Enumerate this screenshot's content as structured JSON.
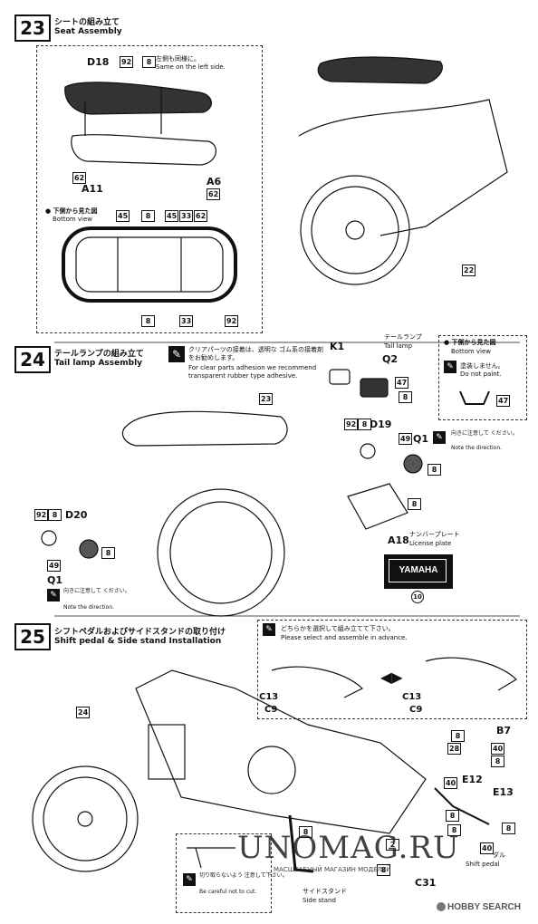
{
  "steps": [
    {
      "number": "23",
      "title_jp": "シートの組み立て",
      "title_en": "Seat Assembly"
    },
    {
      "number": "24",
      "title_jp": "テールランプの組み立て",
      "title_en": "Tail lamp Assembly"
    },
    {
      "number": "25",
      "title_jp": "シフトペダルおよびサイドスタンドの取り付け",
      "title_en": "Shift pedal & Side stand Installation"
    }
  ],
  "step23": {
    "parts": {
      "seat_top": "D18",
      "seat_base": "A11",
      "bracket": "A6",
      "ref22": "22"
    },
    "boxes": {
      "b92": "92",
      "b8": "8",
      "b62a": "62",
      "b62b": "62"
    },
    "same_note_jp": "左側も同様に。",
    "same_note_en": "Same on the left side.",
    "bottom_view_jp": "● 下側から見た図",
    "bottom_view_en": "Bottom view",
    "bv_boxes": {
      "a": "45",
      "b": "8",
      "c": "45",
      "d": "33",
      "e": "62",
      "f": "8",
      "g": "33",
      "h": "92"
    }
  },
  "step24": {
    "adhesive_jp": "クリアパーツの接着は、透明な ゴム系の接着剤をお勧めします。",
    "adhesive_en": "For clear parts adhesion we recommend transparent rubber type adhesive.",
    "tail_lamp_jp": "テールランプ",
    "tail_lamp_en": "Tail lamp",
    "parts": {
      "k1": "K1",
      "q2": "Q2",
      "d19": "D19",
      "q1a": "Q1",
      "d20": "D20",
      "q1b": "Q1",
      "a18": "A18",
      "ref23": "23"
    },
    "boxes": {
      "b47a": "47",
      "b8a": "8",
      "b92a": "92",
      "b8b": "8",
      "b49a": "49",
      "b8c": "8",
      "b92b": "92",
      "b8d": "8",
      "b49b": "49",
      "b8e": "8",
      "b8f": "8",
      "b10": "10",
      "b47b": "47"
    },
    "bottom_view_jp": "● 下側から見た図",
    "bottom_view_en": "Bottom view",
    "no_paint_jp": "塗装しません。",
    "no_paint_en": "Do not paint.",
    "direction_jp": "向きに注意して ください。",
    "direction_en": "Note the direction.",
    "plate_jp": "ナンバープレート",
    "plate_en": "License plate",
    "plate_text": "YAMAHA"
  },
  "step25": {
    "select_jp": "どちらかを選択して組み立てて下さい。",
    "select_en": "Please select and assemble in advance.",
    "parts": {
      "c13a": "C13",
      "c9a": "C9",
      "c13b": "C13",
      "c9b": "C9",
      "b7": "B7",
      "e12": "E12",
      "e13": "E13",
      "c31": "C31",
      "ref24": "24"
    },
    "boxes": {
      "b8a": "8",
      "b28": "28",
      "b40a": "40",
      "b8b": "8",
      "b40b": "40",
      "b8c": "8",
      "b8d": "8",
      "b8e": "8",
      "b8f": "8",
      "b40c": "40",
      "b8g": "8",
      "b2": "2"
    },
    "cut_jp": "切り取らないよう 注意して下さい。",
    "cut_en": "Be careful not to cut.",
    "side_stand_jp": "サイドスタンド",
    "side_stand_en": "Side stand",
    "shift_pedal_jp": "ダル",
    "shift_pedal_en": "Shift pedal"
  },
  "watermark": {
    "main": "UNOMAG.RU",
    "sub": "МАСШТАБНЫЙ МАГАЗИН МОДЕЛЕЙ",
    "logo": "HOBBY SEARCH"
  }
}
